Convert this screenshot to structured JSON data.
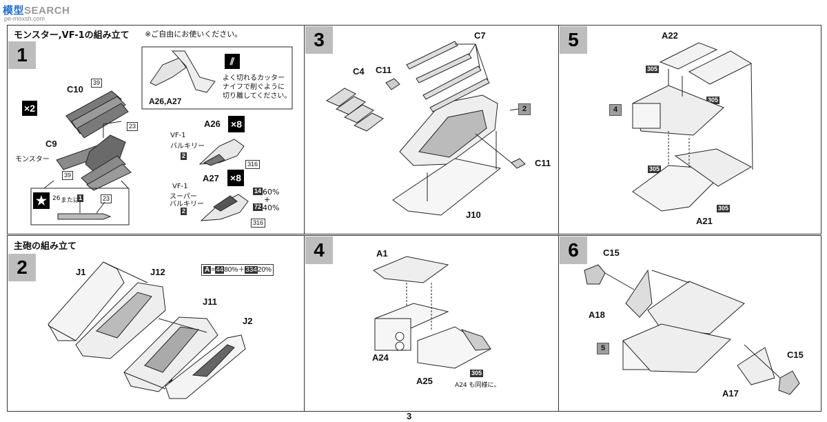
{
  "watermark": {
    "brand_a": "模型",
    "brand_b": "SEARCH",
    "site": "pe-moxsh.com"
  },
  "page_number": "3",
  "p1": {
    "header": "モンスター,VF-1の組み立て",
    "header_note": "※ご自由にお使いください。",
    "step": "1",
    "x2": "×2",
    "c10": "C10",
    "c9": "C9",
    "monster": "モンスター",
    "n39a": "39",
    "n23a": "23",
    "n39b": "39",
    "star_note_a": "26",
    "star_or": "または",
    "star_n1": "1",
    "star_n23": "23",
    "inset_parts": "A26,A27",
    "cutter_text_1": "よく切れるカッター",
    "cutter_text_2": "ナイフで削ぐように",
    "cutter_text_3": "切り離してください。",
    "a26": "A26",
    "x8a": "×8",
    "vf1": "VF-1",
    "valkyrie": "バルキリー",
    "n2a": "2",
    "n316a": "316",
    "a27": "A27",
    "x8b": "×8",
    "vf1b": "VF-1",
    "super": "スーパー",
    "valkyrie_b": "バルキリー",
    "n14": "14",
    "pct60": "60%",
    "plus": "+",
    "n72": "72",
    "pct40": "40%",
    "n2b": "2",
    "n316b": "316"
  },
  "p2": {
    "header": "主砲の組み立て",
    "step": "2",
    "j1": "J1",
    "j12": "J12",
    "j11": "J11",
    "j2": "J2",
    "a1": "A",
    "a2": "A",
    "color_a": "A",
    "color_eq": "=",
    "n44": "44",
    "pct80": "80%＋",
    "n334": "334",
    "pct20": "20%"
  },
  "p3": {
    "step": "3",
    "c7": "C7",
    "c4": "C4",
    "c11a": "C11",
    "c11b": "C11",
    "ref2": "2",
    "j10": "J10"
  },
  "p4": {
    "step": "4",
    "a1": "A1",
    "a24": "A24",
    "a25": "A25",
    "n305": "305",
    "note": "A24 も同様に。"
  },
  "p5": {
    "step": "5",
    "a22": "A22",
    "n305a": "305",
    "n305b": "305",
    "ref4": "4",
    "n305c": "305",
    "n305d": "305",
    "a21": "A21"
  },
  "p6": {
    "step": "6",
    "c15a": "C15",
    "a18": "A18",
    "ref5": "5",
    "c15b": "C15",
    "a17": "A17"
  }
}
